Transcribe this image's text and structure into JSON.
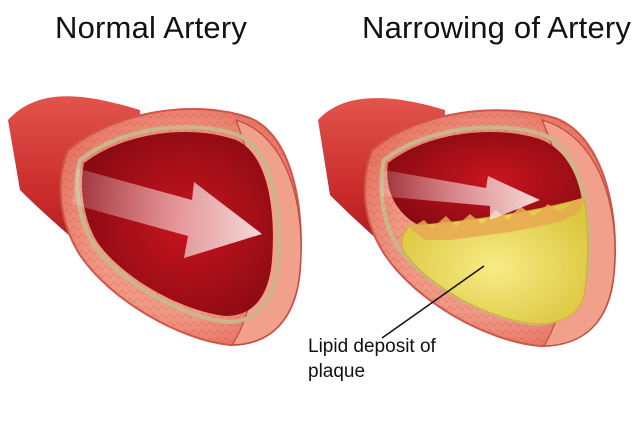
{
  "titles": {
    "normal": "Normal Artery",
    "narrowing": "Narrowing of Artery"
  },
  "annotation": {
    "line1": "Lipid deposit of",
    "line2": "plaque"
  },
  "colors": {
    "vessel_outer": "#d9443f",
    "vessel_dark": "#a3121a",
    "lumen": "#b3101a",
    "wall_pink": "#ef8a78",
    "inner_lining": "#c9b68a",
    "plaque": "#f0dc5a",
    "arrow": "#f6d6d3"
  }
}
